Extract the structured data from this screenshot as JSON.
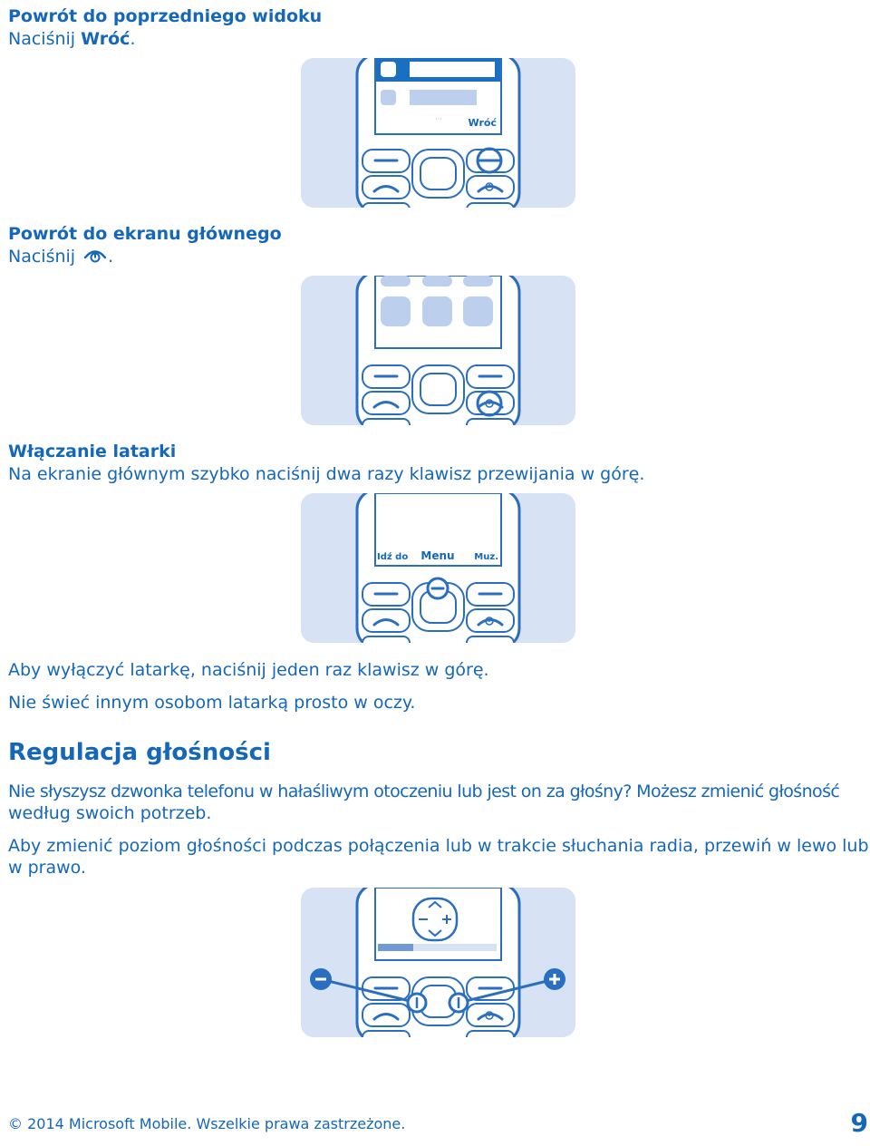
{
  "sections": {
    "back": {
      "title": "Powrót do poprzedniego widoku",
      "instr_prefix": "Naciśnij ",
      "instr_key": "Wróć",
      "instr_suffix": ".",
      "screen_softkey": "Wróć",
      "screen_dots": "···"
    },
    "home": {
      "title": "Powrót do ekranu głównego",
      "instr_prefix": "Naciśnij",
      "instr_suffix": "."
    },
    "flashlight": {
      "title": "Włączanie latarki",
      "instr": "Na ekranie głównym szybko naciśnij dwa razy klawisz przewijania w górę.",
      "softkeys": {
        "left": "Idź do",
        "center": "Menu",
        "right": "Muz."
      },
      "off_text": "Aby wyłączyć latarkę, naciśnij jeden raz klawisz w górę.",
      "warning": "Nie świeć innym osobom latarką prosto w oczy."
    },
    "volume": {
      "title": "Regulacja głośności",
      "para1_line1": "Nie słyszysz dzwonka telefonu w hałaśliwym otoczeniu lub jest on za głośny? Możesz zmienić głośność",
      "para1_line2": "według swoich potrzeb.",
      "para2_line1": "Aby zmienić poziom głośności podczas połączenia lub w trakcie słuchania radia, przewiń w lewo lub",
      "para2_line2": "w prawo.",
      "level": 0.3
    }
  },
  "footer": {
    "copyright": "© 2014 Microsoft Mobile. Wszelkie prawa zastrzeżone.",
    "page_number": "9"
  },
  "colors": {
    "primary": "#1467b9",
    "light_fill": "#d7e2f5",
    "line": "#2a6ec0"
  }
}
